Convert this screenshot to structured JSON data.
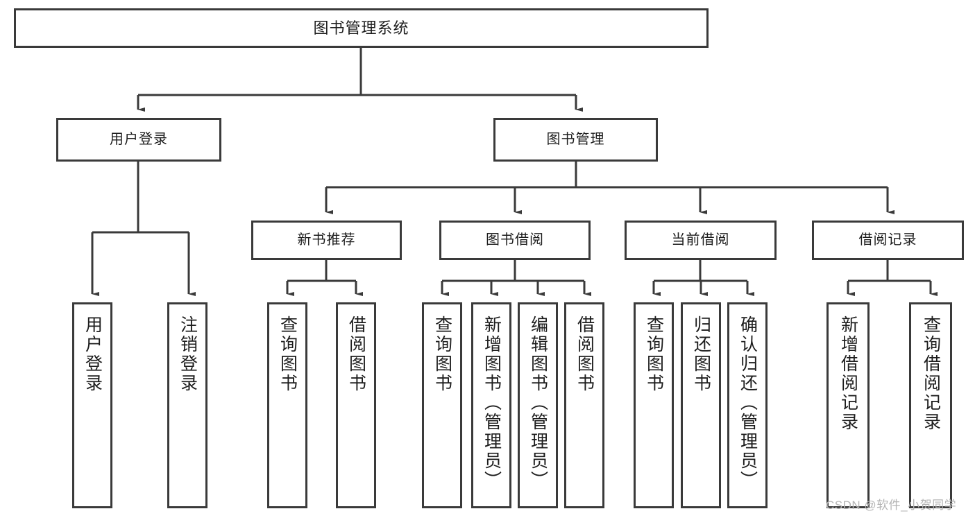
{
  "diagram": {
    "title": "图书管理系统",
    "type": "tree-hierarchy",
    "stroke_color": "#3a3a3a",
    "background_color": "#ffffff",
    "text_color": "#1d1d1d",
    "root": {
      "label": "图书管理系统"
    },
    "level2": [
      {
        "label": "用户登录"
      },
      {
        "label": "图书管理"
      }
    ],
    "level3": [
      {
        "label": "新书推荐"
      },
      {
        "label": "图书借阅"
      },
      {
        "label": "当前借阅"
      },
      {
        "label": "借阅记录"
      }
    ],
    "leaves": [
      {
        "label": "用户登录",
        "parent": "用户登录"
      },
      {
        "label": "注销登录",
        "parent": "用户登录"
      },
      {
        "label": "查询图书",
        "parent": "新书推荐"
      },
      {
        "label": "借阅图书",
        "parent": "新书推荐"
      },
      {
        "label": "查询图书",
        "parent": "图书借阅"
      },
      {
        "label": "新增图书（管理员）",
        "parent": "图书借阅"
      },
      {
        "label": "编辑图书（管理员）",
        "parent": "图书借阅"
      },
      {
        "label": "借阅图书",
        "parent": "图书借阅"
      },
      {
        "label": "查询图书",
        "parent": "当前借阅"
      },
      {
        "label": "归还图书",
        "parent": "当前借阅"
      },
      {
        "label": "确认归还（管理员）",
        "parent": "当前借阅"
      },
      {
        "label": "新增借阅记录",
        "parent": "借阅记录"
      },
      {
        "label": "查询借阅记录",
        "parent": "借阅记录"
      }
    ]
  },
  "watermark": {
    "text": "CSDN @软件_小贺同学"
  }
}
